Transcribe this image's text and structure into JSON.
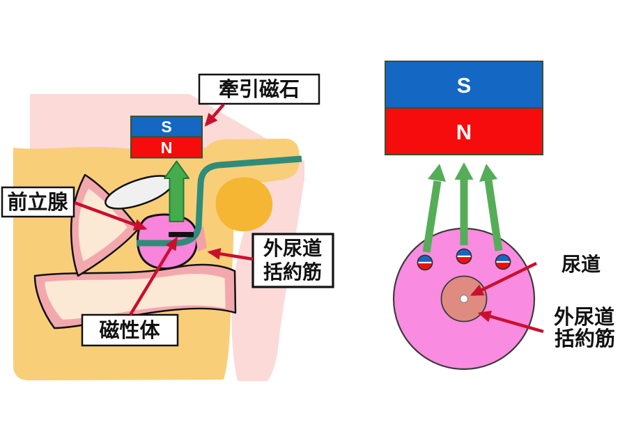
{
  "left_figure": {
    "labels": {
      "traction_magnet": "牽引磁石",
      "prostate": "前立腺",
      "external_sphincter_line1": "外尿道",
      "external_sphincter_line2": "括約筋",
      "magnetic_body": "磁性体"
    },
    "magnet": {
      "south_pole": "S",
      "north_pole": "N"
    }
  },
  "right_figure": {
    "magnet": {
      "south_pole": "S",
      "north_pole": "N"
    },
    "labels": {
      "urethra": "尿道",
      "external_sphincter_line1": "外尿道",
      "external_sphincter_line2": "括約筋"
    }
  },
  "colors": {
    "magnet_blue": "#1467C2",
    "magnet_red": "#F60C0C",
    "leader_arrow_red": "#C8102E",
    "traction_arrow_green": "#55AD58",
    "catheter_teal": "#2F8C7A",
    "prostate_pink": "#F884DB",
    "sphincter_ring_pink": "#F98BE0",
    "urethra_salmon": "#DF8B81",
    "tissue_tan": "#F9CE79",
    "tissue_gold": "#F5B634",
    "skin_pink": "#FBDAD8",
    "bone_cream": "#FBE8D5",
    "bone_rim": "#F3A8AE"
  }
}
